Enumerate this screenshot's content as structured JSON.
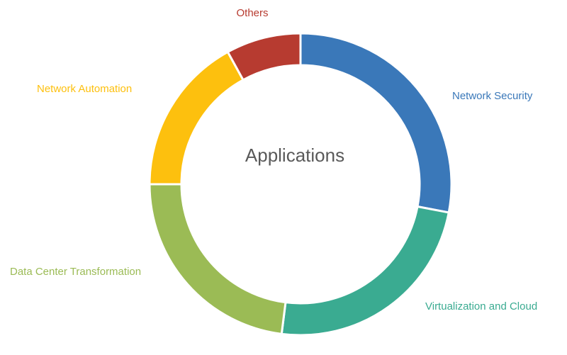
{
  "chart_data": {
    "type": "pie",
    "donut": true,
    "title": "Applications",
    "categories": [
      "Network Security",
      "Virtualization and Cloud",
      "Data Center Transformation",
      "Network Automation",
      "Others"
    ],
    "values": [
      28,
      24,
      23,
      17,
      8
    ],
    "unit": "%",
    "colors": [
      "#3a78b9",
      "#3aab91",
      "#9bbb55",
      "#fdc00e",
      "#b73b30"
    ],
    "legend": "none",
    "labels_placement": "outside"
  }
}
